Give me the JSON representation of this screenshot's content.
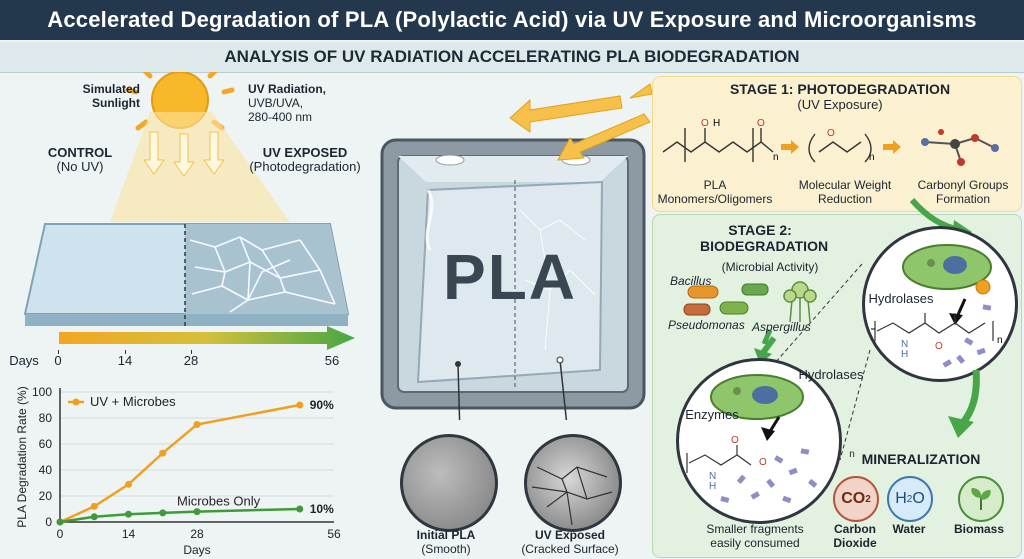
{
  "title": "Accelerated Degradation of PLA (Polylactic Acid) via UV Exposure and Microorganisms",
  "subtitle": "ANALYSIS OF UV RADIATION ACCELERATING PLA BIODEGRADATION",
  "left": {
    "sunlight_1": "Simulated",
    "sunlight_2": "Sunlight",
    "uv_1": "UV Radiation,",
    "uv_2": "UVB/UVA,",
    "uv_3": "280-400 nm",
    "control_title": "CONTROL",
    "control_sub": "(No UV)",
    "exposed_title": "UV EXPOSED",
    "exposed_sub": "(Photodegradation)",
    "timeline_label": "Days",
    "timeline_ticks": [
      "0",
      "14",
      "28",
      "56"
    ]
  },
  "chart_data": {
    "type": "line",
    "ylabel": "PLA Degradation Rate (%)",
    "xlabel": "Days",
    "xlim": [
      0,
      56
    ],
    "ylim": [
      0,
      100
    ],
    "xticks": [
      "0",
      "14",
      "28",
      "56"
    ],
    "yticks": [
      "0",
      "20",
      "40",
      "60",
      "80",
      "100"
    ],
    "legend_placement": "top-left",
    "series": [
      {
        "name": "UV + Microbes",
        "color": "#f0a020",
        "x": [
          0,
          7,
          14,
          21,
          28,
          49
        ],
        "y": [
          0,
          12,
          29,
          53,
          75,
          90
        ],
        "end_label": "90%"
      },
      {
        "name": "Microbes Only",
        "color": "#3f9a3a",
        "x": [
          0,
          7,
          14,
          21,
          28,
          49
        ],
        "y": [
          0,
          4,
          6,
          7,
          8,
          10
        ],
        "end_label": "10%"
      }
    ]
  },
  "center": {
    "chamber_label": "PLA",
    "initial_title": "Initial PLA",
    "initial_sub": "(Smooth)",
    "exposed_title": "UV Exposed",
    "exposed_sub": "(Cracked Surface)"
  },
  "stage1": {
    "title": "STAGE 1: PHOTODEGRADATION",
    "sub": "(UV Exposure)",
    "step1_1": "PLA",
    "step1_2": "Monomers/Oligomers",
    "step2_1": "Molecular Weight",
    "step2_2": "Reduction",
    "step3_1": "Carbonyl Groups",
    "step3_2": "Formation"
  },
  "stage2": {
    "title_1": "STAGE 2:",
    "title_2": "BIODEGRADATION",
    "sub": "(Microbial Activity)",
    "bacillus": "Bacillus",
    "pseudomonas": "Pseudomonas",
    "aspergillus": "Aspergillus",
    "hydrolases_1": "Hydrolases",
    "hydrolases_2": "Hydrolases",
    "enzymes": "Enzymes",
    "fragments_1": "Smaller fragments",
    "fragments_2": "easily consumed"
  },
  "mineralization": {
    "title": "MINERALIZATION",
    "co2_1": "Carbon",
    "co2_2": "Dioxide",
    "water": "Water",
    "biomass": "Biomass"
  },
  "colors": {
    "accent_orange": "#f0a020",
    "accent_green": "#3f9a3a",
    "title_bg": "#24384d"
  }
}
